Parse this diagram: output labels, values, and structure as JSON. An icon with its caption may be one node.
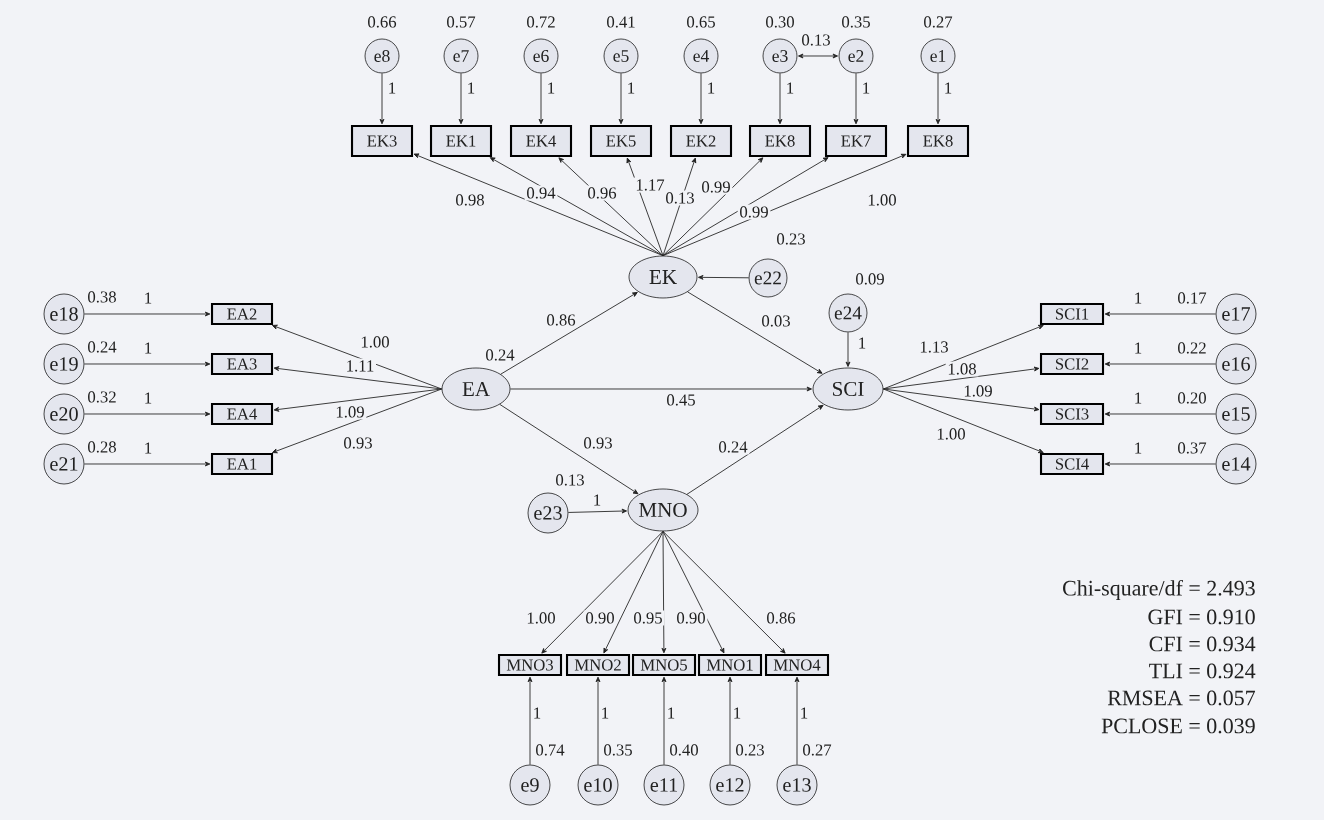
{
  "diagram": {
    "nodes": [
      {
        "text": [
          "e8"
        ],
        "beside": [
          "0.66"
        ]
      },
      {
        "text": [
          "e7"
        ],
        "beside": [
          "0.57"
        ]
      },
      {
        "text": [
          "e6"
        ],
        "beside": [
          "0.72"
        ]
      },
      {
        "text": [
          "e5"
        ],
        "beside": [
          "0.41"
        ]
      },
      {
        "text": [
          "e4"
        ],
        "beside": [
          "0.65"
        ]
      },
      {
        "text": [
          "e3"
        ],
        "beside": [
          "0.30"
        ]
      },
      {
        "text": [
          "e2"
        ],
        "beside": [
          "0.35"
        ]
      },
      {
        "text": [
          "e1"
        ],
        "beside": [
          "0.27"
        ]
      },
      {
        "text": [
          "EK3"
        ]
      },
      {
        "text": [
          "EK1"
        ]
      },
      {
        "text": [
          "EK4"
        ]
      },
      {
        "text": [
          "EK5"
        ]
      },
      {
        "text": [
          "EK2"
        ]
      },
      {
        "text": [
          "EK8"
        ]
      },
      {
        "text": [
          "EK7"
        ]
      },
      {
        "text": [
          "EK8"
        ]
      },
      {
        "text": [
          "e18"
        ],
        "beside": [
          "0.38"
        ]
      },
      {
        "text": [
          "EA2"
        ]
      },
      {
        "text": [
          "e19"
        ],
        "beside": [
          "0.24"
        ]
      },
      {
        "text": [
          "EA3"
        ]
      },
      {
        "text": [
          "e20"
        ],
        "beside": [
          "0.32"
        ]
      },
      {
        "text": [
          "EA4"
        ]
      },
      {
        "text": [
          "e21"
        ],
        "beside": [
          "0.28"
        ]
      },
      {
        "text": [
          "EA1"
        ]
      },
      {
        "text": [
          "EK"
        ]
      },
      {
        "text": [
          "e22"
        ],
        "beside": [
          "0.23"
        ]
      },
      {
        "text": [
          "EA"
        ],
        "beside": [
          "0.24"
        ]
      },
      {
        "text": [
          "e24"
        ],
        "beside": [
          "0.09"
        ]
      },
      {
        "text": [
          "SCI"
        ]
      },
      {
        "text": [
          "SCI1"
        ]
      },
      {
        "text": [
          "e17"
        ],
        "beside": [
          "0.17"
        ]
      },
      {
        "text": [
          "SCI2"
        ]
      },
      {
        "text": [
          "e16"
        ],
        "beside": [
          "0.22"
        ]
      },
      {
        "text": [
          "SCI3"
        ]
      },
      {
        "text": [
          "e15"
        ],
        "beside": [
          "0.20"
        ]
      },
      {
        "text": [
          "SCI4"
        ]
      },
      {
        "text": [
          "e14"
        ],
        "beside": [
          "0.37"
        ]
      },
      {
        "text": [
          "e23"
        ],
        "beside": [
          "0.13"
        ]
      },
      {
        "text": [
          "MNO"
        ]
      },
      {
        "text": [
          "MNO3"
        ]
      },
      {
        "text": [
          "MNO2"
        ]
      },
      {
        "text": [
          "MNO5"
        ]
      },
      {
        "text": [
          "MNO1"
        ]
      },
      {
        "text": [
          "MNO4"
        ]
      },
      {
        "text": [
          "e9"
        ],
        "beside": [
          "0.74"
        ]
      },
      {
        "text": [
          "e10"
        ],
        "beside": [
          "0.35"
        ]
      },
      {
        "text": [
          "e11"
        ],
        "beside": [
          "0.40"
        ]
      },
      {
        "text": [
          "e12"
        ],
        "beside": [
          "0.23"
        ]
      },
      {
        "text": [
          "e13"
        ],
        "beside": [
          "0.27"
        ]
      }
    ],
    "edges": [
      {
        "from": 0,
        "to": 8,
        "arrow": "to",
        "label": "1"
      },
      {
        "from": 1,
        "to": 9,
        "arrow": "to",
        "label": "1"
      },
      {
        "from": 2,
        "to": 10,
        "arrow": "to",
        "label": "1"
      },
      {
        "from": 3,
        "to": 11,
        "arrow": "to",
        "label": "1"
      },
      {
        "from": 4,
        "to": 12,
        "arrow": "to",
        "label": "1"
      },
      {
        "from": 5,
        "to": 13,
        "arrow": "to",
        "label": "1"
      },
      {
        "from": 6,
        "to": 14,
        "arrow": "to",
        "label": "1"
      },
      {
        "from": 7,
        "to": 15,
        "arrow": "to",
        "label": "1"
      },
      {
        "from": 5,
        "to": 6,
        "arrow": "both",
        "label": "0.13"
      },
      {
        "from": 24,
        "to": 8,
        "arrow": "to",
        "label": "0.98"
      },
      {
        "from": 24,
        "to": 9,
        "arrow": "to",
        "label": "0.94"
      },
      {
        "from": 24,
        "to": 10,
        "arrow": "to",
        "label": "0.96"
      },
      {
        "from": 24,
        "to": 11,
        "arrow": "to",
        "label": "1.17"
      },
      {
        "from": 24,
        "to": 12,
        "arrow": "to",
        "label": "0.13"
      },
      {
        "from": 24,
        "to": 13,
        "arrow": "to",
        "label": "0.99"
      },
      {
        "from": 24,
        "to": 14,
        "arrow": "to",
        "label": "0.99"
      },
      {
        "from": 24,
        "to": 15,
        "arrow": "to",
        "label": "1.00"
      },
      {
        "from": 16,
        "to": 17,
        "arrow": "to",
        "label": "1"
      },
      {
        "from": 18,
        "to": 19,
        "arrow": "to",
        "label": "1"
      },
      {
        "from": 20,
        "to": 21,
        "arrow": "to",
        "label": "1"
      },
      {
        "from": 22,
        "to": 23,
        "arrow": "to",
        "label": "1"
      },
      {
        "from": 26,
        "to": 17,
        "arrow": "to",
        "label": "1.00"
      },
      {
        "from": 26,
        "to": 19,
        "arrow": "to",
        "label": "1.11"
      },
      {
        "from": 26,
        "to": 21,
        "arrow": "to",
        "label": "1.09"
      },
      {
        "from": 26,
        "to": 23,
        "arrow": "to",
        "label": "0.93"
      },
      {
        "from": 25,
        "to": 24,
        "arrow": "to"
      },
      {
        "from": 26,
        "to": 24,
        "arrow": "to",
        "label": "0.86"
      },
      {
        "from": 27,
        "to": 28,
        "arrow": "to",
        "label": "1"
      },
      {
        "from": 24,
        "to": 28,
        "arrow": "to",
        "label": "0.03"
      },
      {
        "from": 26,
        "to": 28,
        "arrow": "to",
        "label": "0.45"
      },
      {
        "from": 28,
        "to": 29,
        "arrow": "to",
        "label": "1.13"
      },
      {
        "from": 28,
        "to": 31,
        "arrow": "to",
        "label": "1.08"
      },
      {
        "from": 28,
        "to": 33,
        "arrow": "to",
        "label": "1.09"
      },
      {
        "from": 28,
        "to": 35,
        "arrow": "to",
        "label": "1.00"
      },
      {
        "from": 30,
        "to": 29,
        "arrow": "to",
        "label": "1"
      },
      {
        "from": 32,
        "to": 31,
        "arrow": "to",
        "label": "1"
      },
      {
        "from": 34,
        "to": 33,
        "arrow": "to",
        "label": "1"
      },
      {
        "from": 36,
        "to": 35,
        "arrow": "to",
        "label": "1"
      },
      {
        "from": 37,
        "to": 38,
        "arrow": "to",
        "label": "1"
      },
      {
        "from": 26,
        "to": 38,
        "arrow": "to",
        "label": "0.93"
      },
      {
        "from": 38,
        "to": 28,
        "arrow": "to",
        "label": "0.24"
      },
      {
        "from": 38,
        "to": 39,
        "arrow": "to",
        "label": "1.00"
      },
      {
        "from": 38,
        "to": 40,
        "arrow": "to",
        "label": "0.90"
      },
      {
        "from": 38,
        "to": 41,
        "arrow": "to",
        "label": "0.95"
      },
      {
        "from": 38,
        "to": 42,
        "arrow": "to",
        "label": "0.90"
      },
      {
        "from": 38,
        "to": 43,
        "arrow": "to",
        "label": "0.86"
      },
      {
        "from": 44,
        "to": 39,
        "arrow": "to",
        "label": "1"
      },
      {
        "from": 45,
        "to": 40,
        "arrow": "to",
        "label": "1"
      },
      {
        "from": 46,
        "to": 41,
        "arrow": "to",
        "label": "1"
      },
      {
        "from": 47,
        "to": 42,
        "arrow": "to",
        "label": "1"
      },
      {
        "from": 48,
        "to": 43,
        "arrow": "to",
        "label": "1"
      }
    ],
    "labels": [
      "Chi-square/df = 2.493",
      "GFI = 0.910",
      "CFI = 0.934",
      "TLI = 0.924",
      "RMSEA = 0.057",
      "PCLOSE = 0.039"
    ]
  }
}
